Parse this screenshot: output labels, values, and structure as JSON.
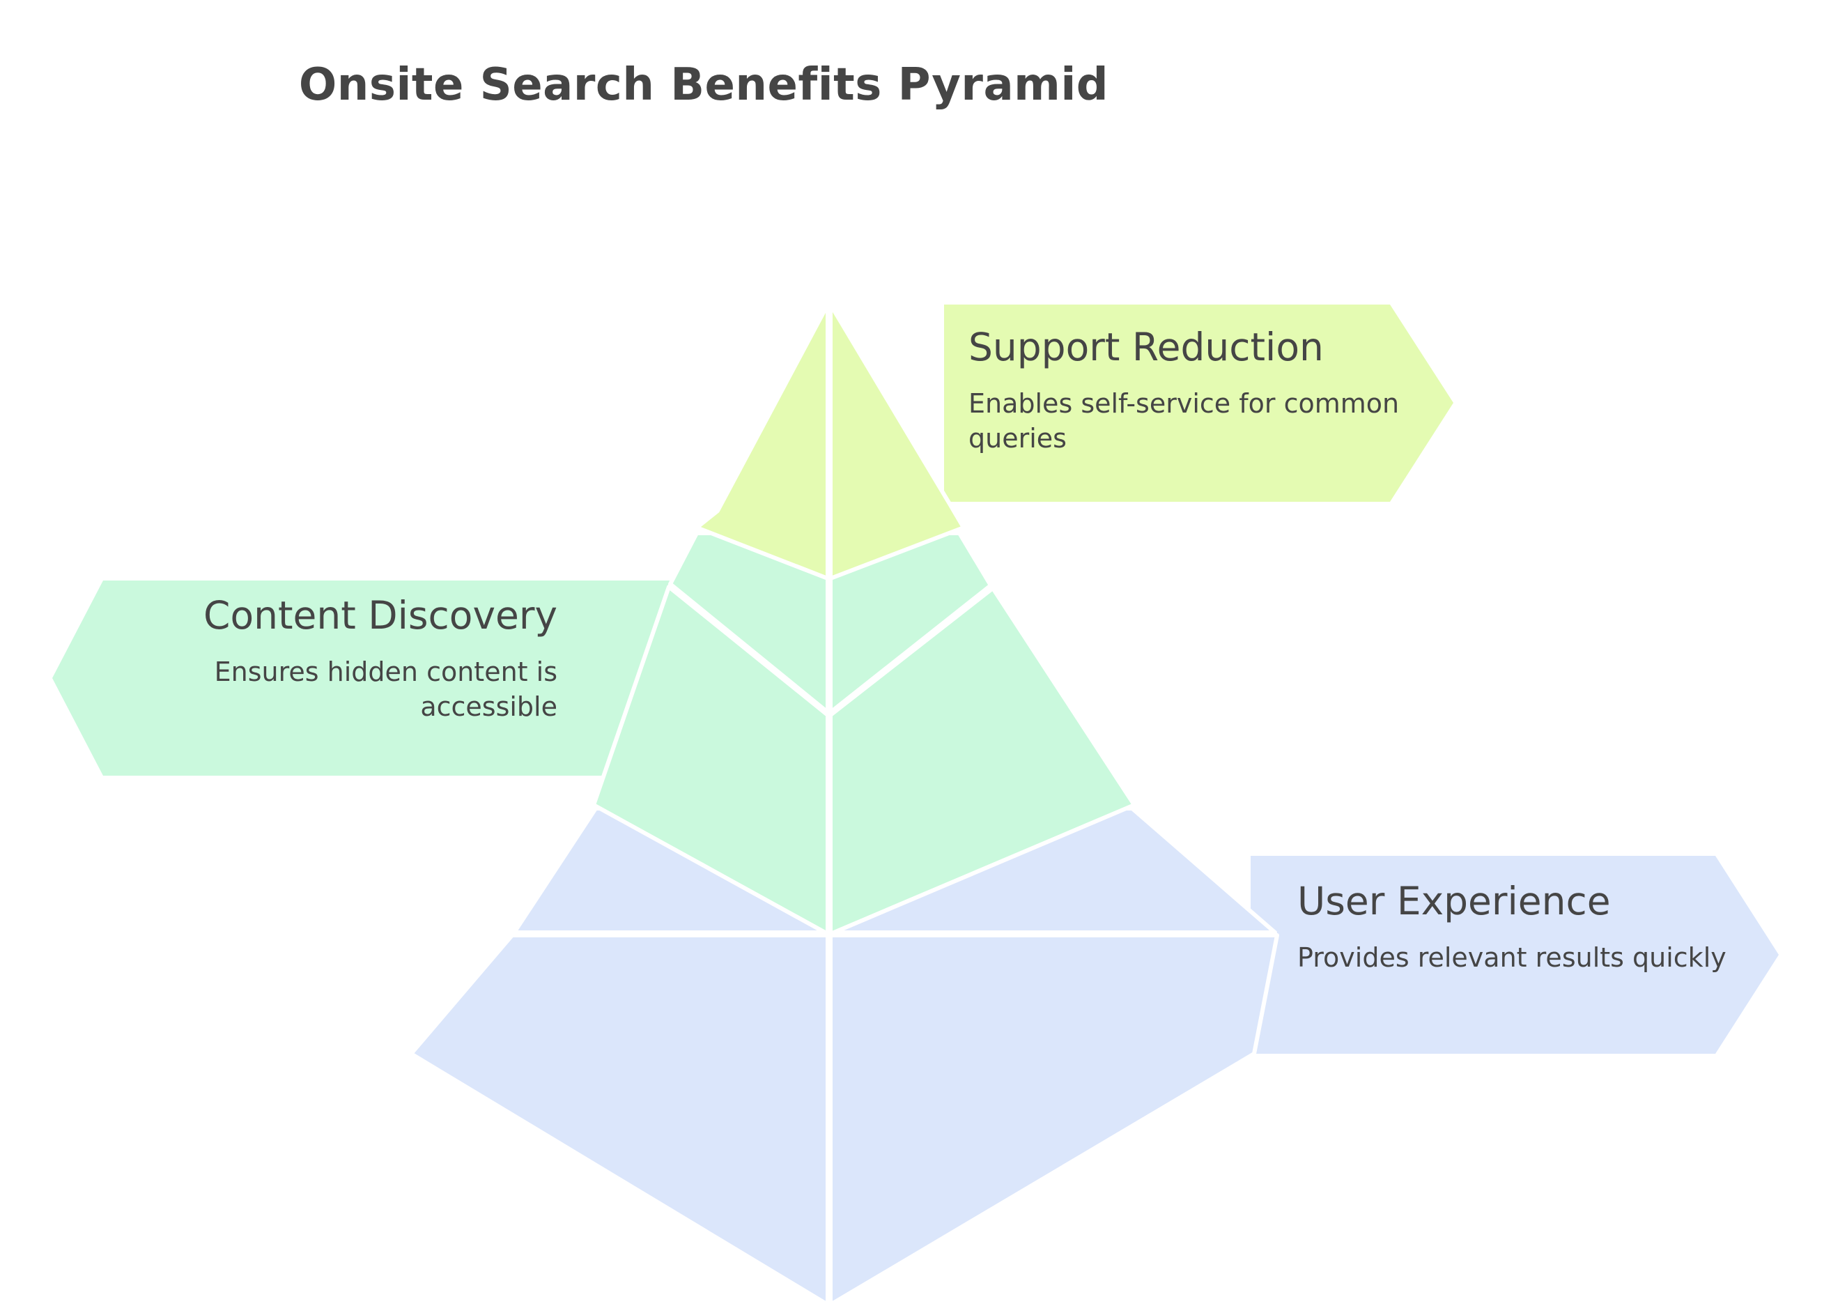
{
  "title": "Onsite Search Benefits Pyramid",
  "background_color": "#ffffff",
  "text_color": "#454545",
  "divider_color": "#ffffff",
  "chart_data": {
    "type": "pyramid",
    "title": "Onsite Search Benefits Pyramid",
    "orientation": "3d-stacked-pyramid",
    "levels_top_to_bottom": [
      {
        "rank": 1,
        "label": "Support Reduction",
        "description": "Enables self-service for common queries",
        "color": "#e4fbb2",
        "callout_side": "right",
        "text_align": "left"
      },
      {
        "rank": 2,
        "label": "Content Discovery",
        "description": "Ensures hidden content is accessible",
        "color": "#caf9dd",
        "callout_side": "left",
        "text_align": "right"
      },
      {
        "rank": 3,
        "label": "User Experience",
        "description": "Provides relevant results quickly",
        "color": "#dbe6fb",
        "callout_side": "right",
        "text_align": "left"
      }
    ]
  },
  "levels": {
    "top": {
      "label": "Support Reduction",
      "description": "Enables self-service for common queries",
      "color": "#e4fbb2"
    },
    "middle": {
      "label": "Content Discovery",
      "description": "Ensures hidden content is accessible",
      "color": "#caf9dd"
    },
    "bottom": {
      "label": "User Experience",
      "description": "Provides relevant results quickly",
      "color": "#dbe6fb"
    }
  }
}
